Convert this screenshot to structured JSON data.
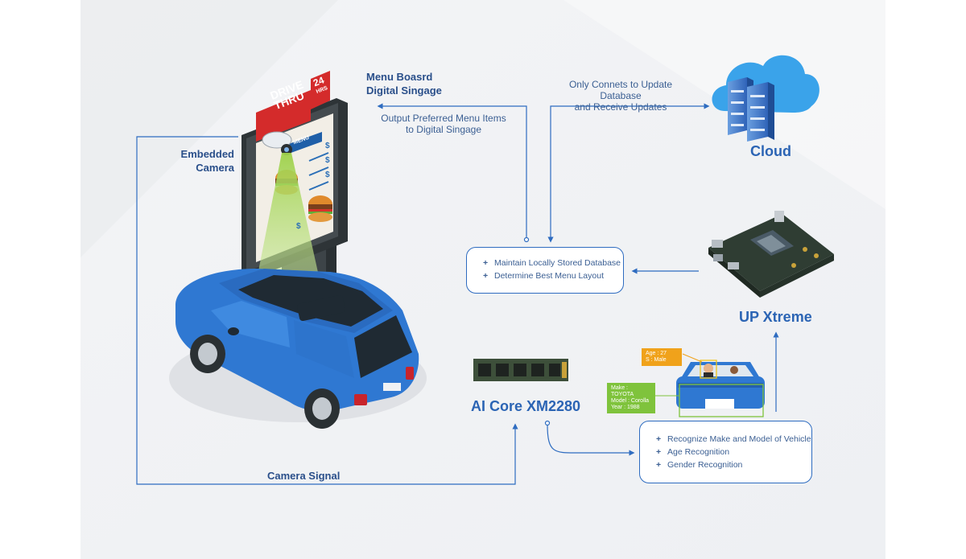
{
  "labels": {
    "menu_board": [
      "Menu Boasrd",
      "Digital Singage"
    ],
    "embedded_camera": [
      "Embedded",
      "Camera"
    ],
    "output_menu": [
      "Output Preferred Menu Items",
      "to Digital Singage"
    ],
    "connects_update": [
      "Only Connets to Update Database",
      "and Receive Updates"
    ],
    "cloud": "Cloud",
    "up_xtreme": "UP Xtreme",
    "ai_core": "AI Core XM2280",
    "camera_signal": "Camera Signal"
  },
  "sign": {
    "drive_thru": [
      "DRIVE",
      "THRU"
    ],
    "hours": [
      "24",
      "HRS"
    ],
    "menu": "MENU",
    "price_symbol": "$"
  },
  "boxes": {
    "database": [
      "Maintain Locally Stored Database",
      "Determine Best Menu Layout"
    ],
    "recognition": [
      "Recognize Make and Model of Vehicle",
      "Age Recognition",
      "Gender Recognition"
    ]
  },
  "tags": {
    "age": [
      "Age : 27",
      "S : Male"
    ],
    "vehicle": [
      "Make : TOYOTA",
      "Model : Corolla",
      "Year : 1988"
    ]
  },
  "colors": {
    "accent": "#2e6cc0",
    "title": "#2a4f8a",
    "car_blue": "#2f78d2",
    "sign_red": "#d42b2b",
    "cloud_blue": "#3aa3ea",
    "age_tag": "#f0a21b",
    "vehicle_tag": "#7fc33c"
  }
}
